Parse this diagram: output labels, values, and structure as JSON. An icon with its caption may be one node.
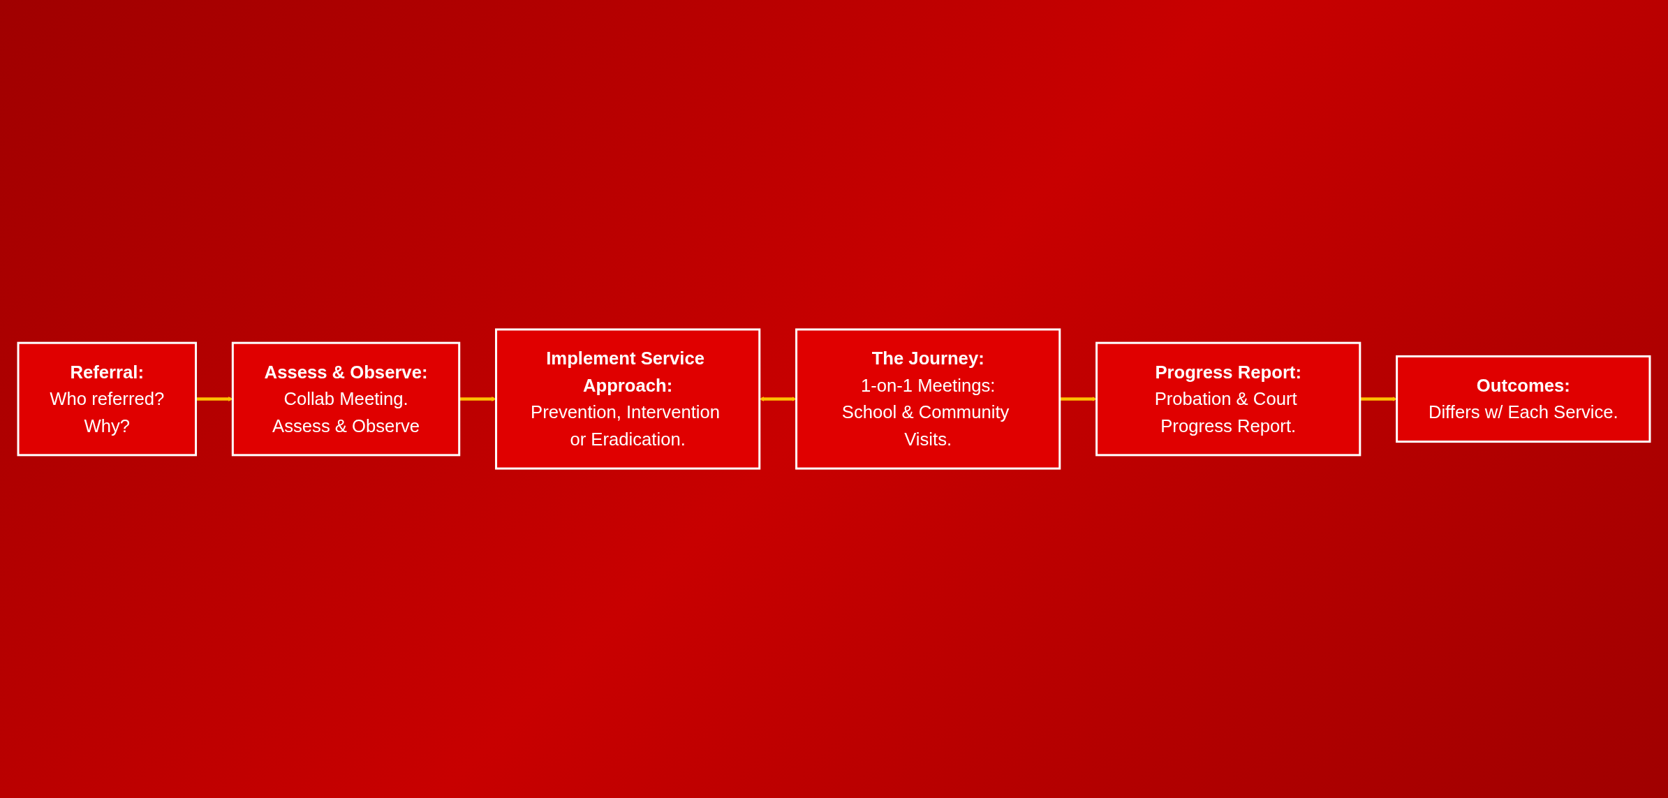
{
  "diagram": {
    "nodes": [
      {
        "text": [
          "Referral:",
          "Who referred?",
          "Why?"
        ]
      },
      {
        "text": [
          "Assess & Observe:",
          "Collab Meeting.",
          "Assess & Observe"
        ]
      },
      {
        "text": [
          "Implement Service Approach:",
          "Prevention, Intervention or Eradication."
        ]
      },
      {
        "text": [
          "The Journey:",
          "1-on-1 Meetings:",
          "School & Community Visits."
        ]
      },
      {
        "text": [
          "Progress Report:",
          "Probation & Court Progress Report."
        ]
      },
      {
        "text": [
          "Outcomes:",
          "Differs w/ Each Service."
        ]
      }
    ],
    "edges": [
      {
        "from": 0,
        "to": 1,
        "arrow": "to"
      },
      {
        "from": 1,
        "to": 2,
        "arrow": "to"
      },
      {
        "from": 2,
        "to": 3,
        "arrow": "both"
      },
      {
        "from": 3,
        "to": 4,
        "arrow": "to"
      },
      {
        "from": 4,
        "to": 5,
        "arrow": "to"
      }
    ]
  }
}
